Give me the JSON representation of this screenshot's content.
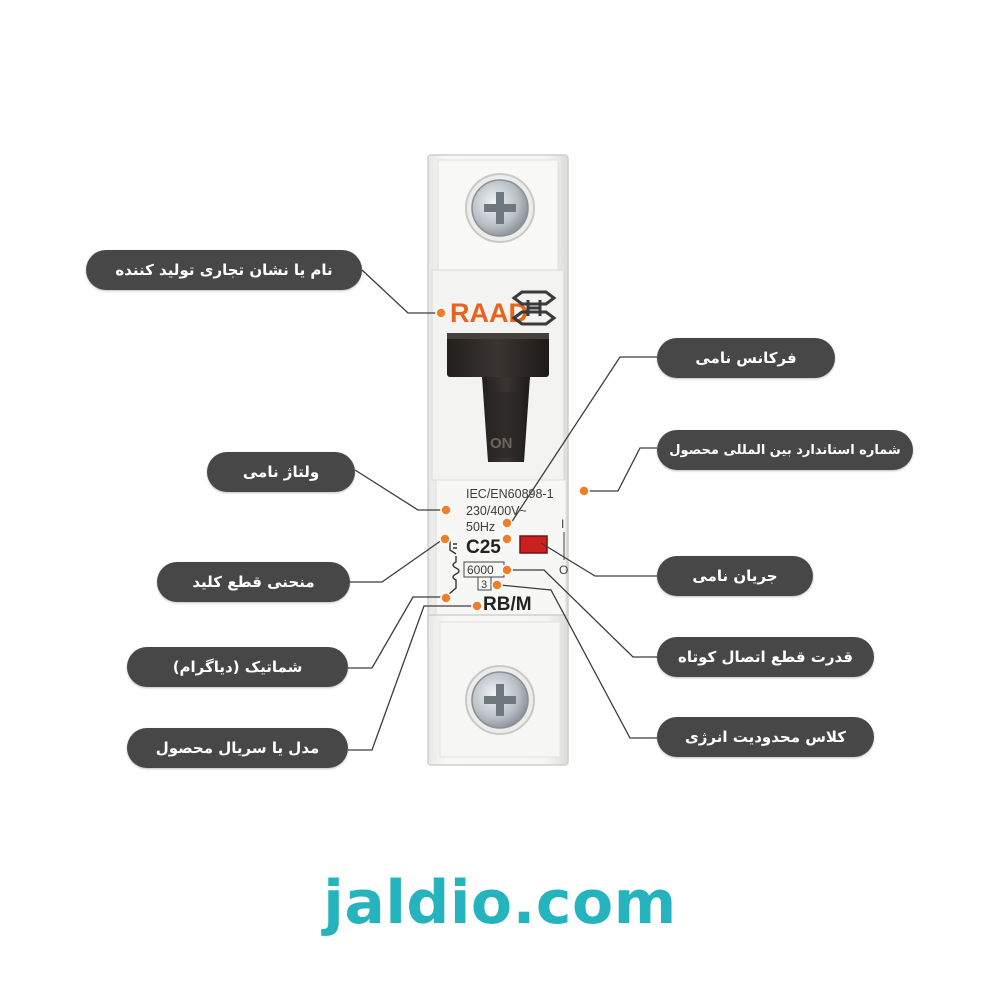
{
  "device": {
    "brand": "RAAD",
    "switch_state": "ON",
    "standard": "IEC/EN60898-1",
    "voltage": "230/400V~",
    "frequency": "50Hz",
    "curve_current": "C25",
    "breaking_capacity": "6000",
    "energy_class": "3",
    "model": "RB/M",
    "symbol_on": "I",
    "symbol_off": "O"
  },
  "callouts": {
    "manufacturer": "نام یا نشان تجاری تولید کننده",
    "rated_voltage": "ولتاژ نامی",
    "trip_curve": "منحنی قطع کلید",
    "schematic": "شماتیک (دیاگرام)",
    "model_serial": "مدل یا سریال محصول",
    "rated_frequency": "فرکانس نامی",
    "intl_standard": "شماره استاندارد بین المللی محصول",
    "rated_current": "جریان نامی",
    "breaking_capacity": "قدرت قطع اتصال کوتاه",
    "energy_limiting_class": "کلاس محدودیت انرژی"
  },
  "watermark": "jaldio.com",
  "colors": {
    "label_bg": "#474747",
    "leader_line": "#3c3c3c",
    "marker": "#f07d2a",
    "brand_orange": "#e8631c",
    "watermark": "#25b4bd",
    "handle": "#2b2725",
    "indicator_red": "#cc1f1f"
  }
}
